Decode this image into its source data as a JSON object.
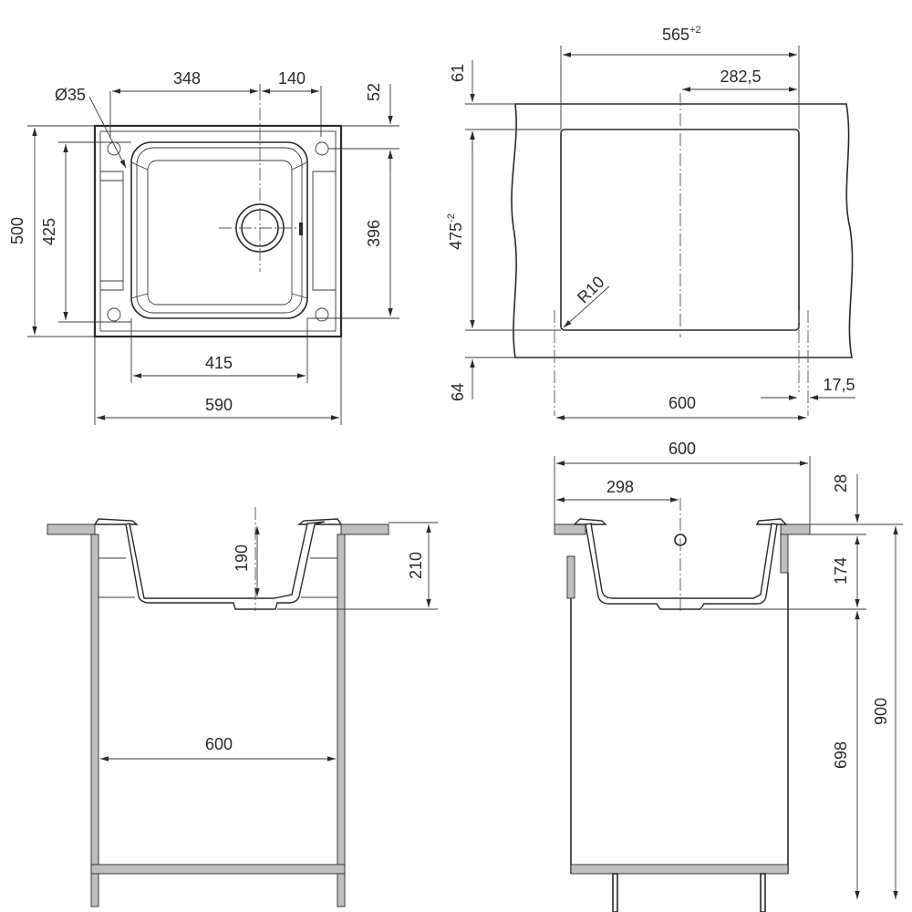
{
  "top_view": {
    "dim_hole_diameter": "Ø35",
    "dim_bowl_to_drain": "348",
    "dim_drain_to_edge": "140",
    "dim_top_offset": "52",
    "dim_overall_depth": "500",
    "dim_hole_spacing_vertical": "425",
    "dim_bowl_depth": "396",
    "dim_bowl_width": "415",
    "dim_overall_width": "590"
  },
  "cutout_view": {
    "dim_cutout_width": "565",
    "dim_cutout_width_tol": "+2",
    "dim_half_width": "282,5",
    "dim_top_margin": "61",
    "dim_cutout_depth": "475",
    "dim_cutout_depth_tol": "-2",
    "dim_corner_radius": "R10",
    "dim_bottom_margin": "64",
    "dim_cabinet_width": "600",
    "dim_side_margin": "17,5"
  },
  "front_section": {
    "dim_bowl_height": "190",
    "dim_total_height": "210",
    "dim_cabinet_width": "600"
  },
  "side_section": {
    "dim_cabinet_depth": "600",
    "dim_drain_offset": "298",
    "dim_counter_thickness": "28",
    "dim_bowl_depth": "174",
    "dim_cabinet_height": "698",
    "dim_total_height": "900"
  }
}
